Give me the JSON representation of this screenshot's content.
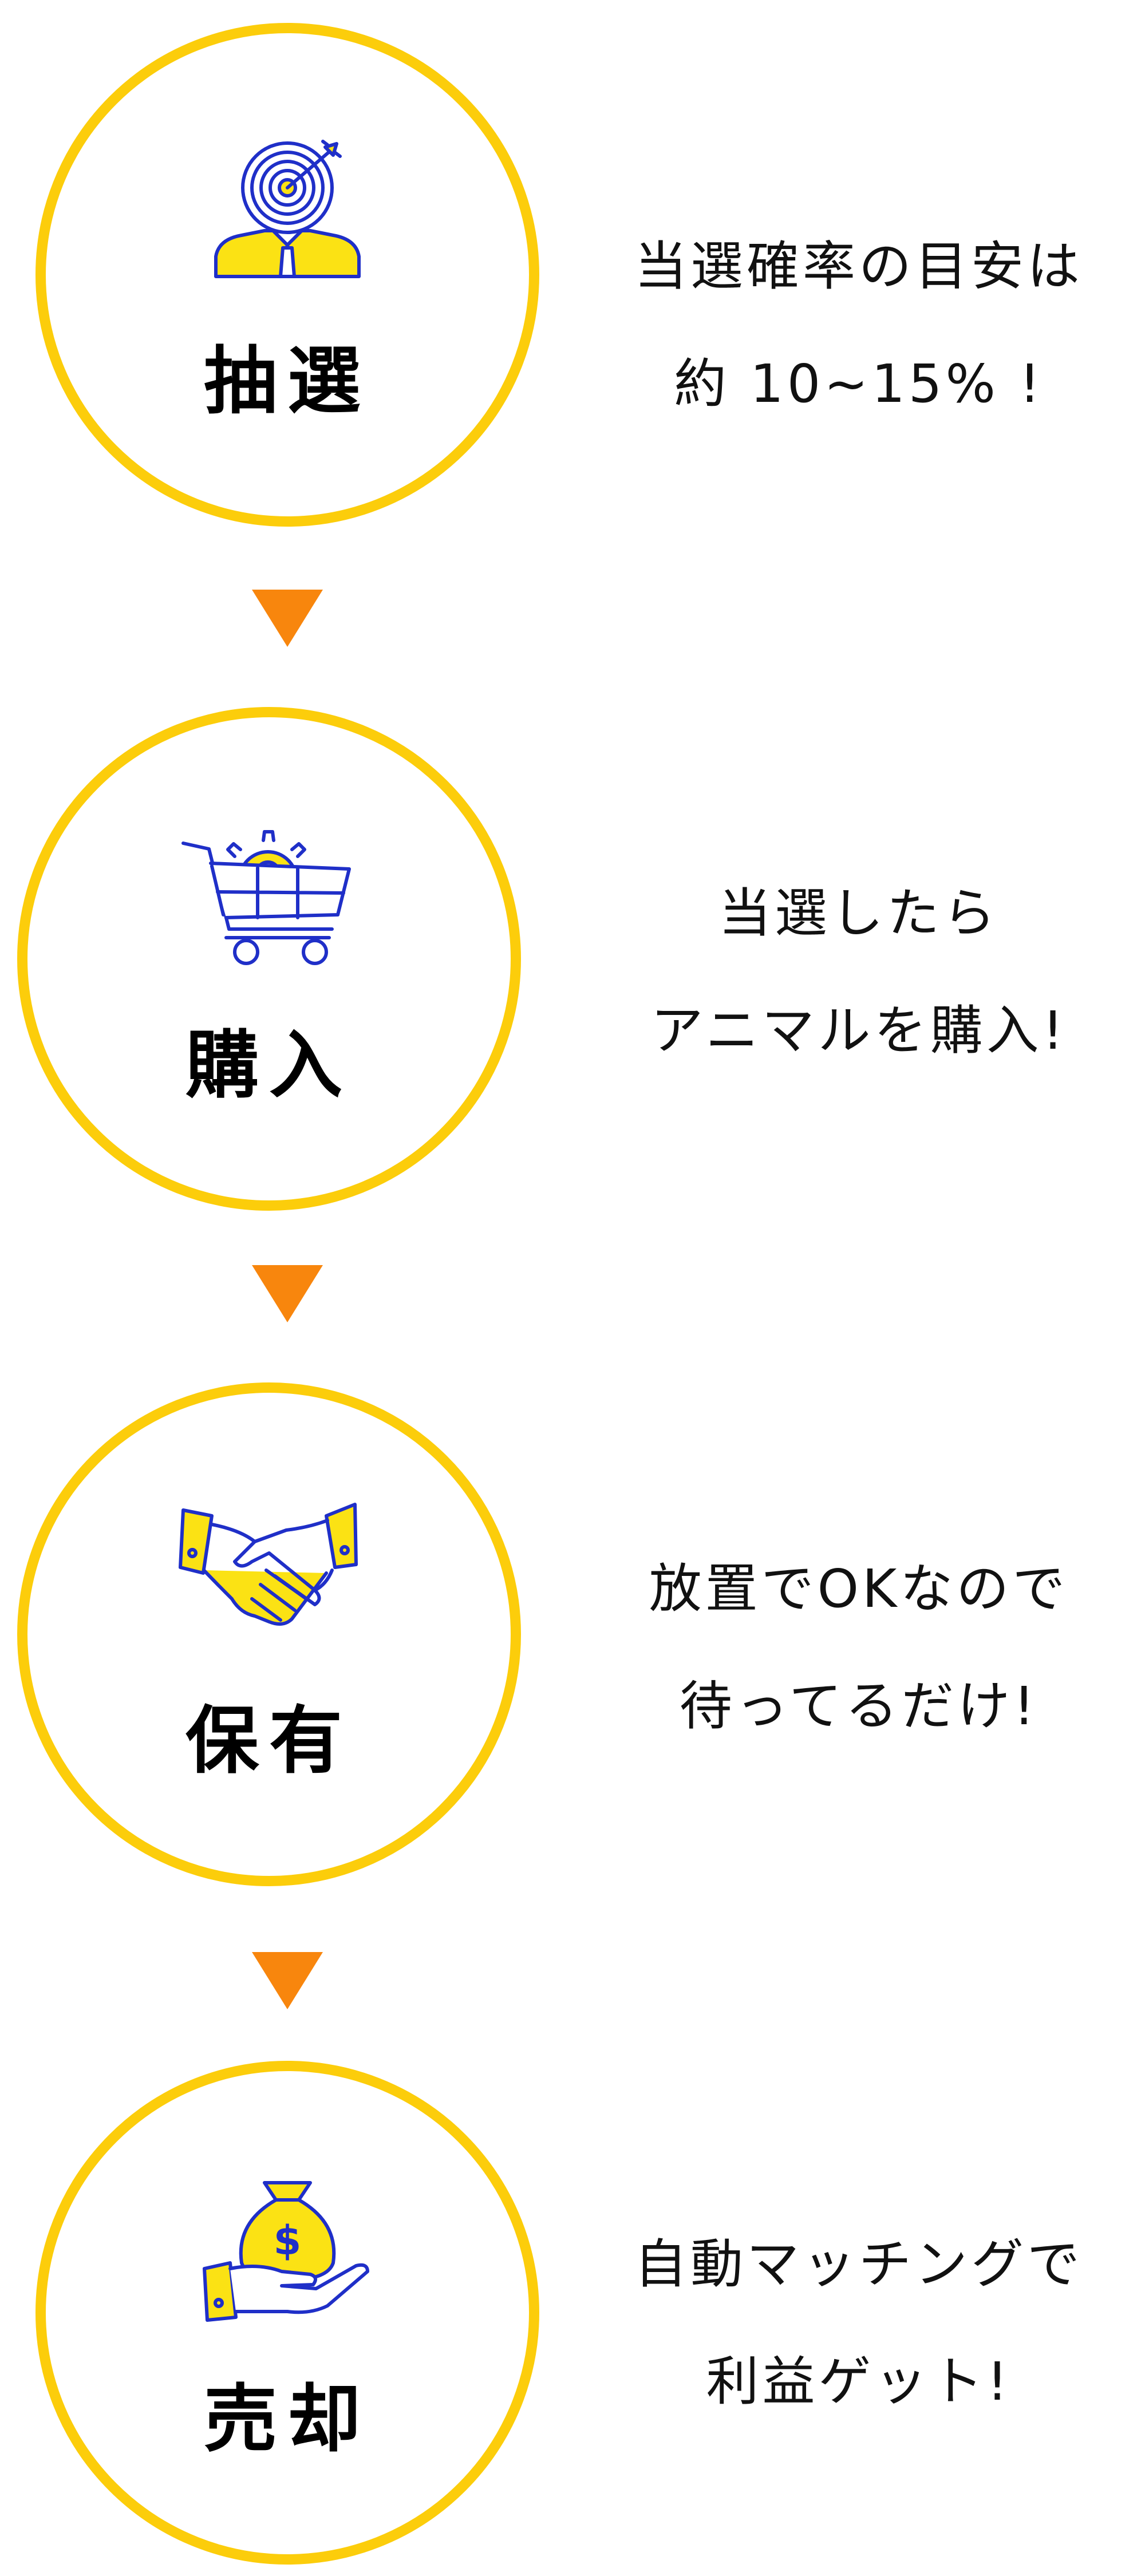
{
  "colors": {
    "circle_border": "#fccd0b",
    "arrow": "#f8860d",
    "icon_stroke": "#1f2fc8",
    "icon_fill": "#fbe214"
  },
  "steps": [
    {
      "title": "抽選",
      "icon": "target-person-icon",
      "desc": [
        "当選確率の目安は",
        "約 10~15% !"
      ]
    },
    {
      "title": "購入",
      "icon": "shopping-cart-icon",
      "desc": [
        "当選したら",
        "アニマルを購入!"
      ]
    },
    {
      "title": "保有",
      "icon": "handshake-icon",
      "desc": [
        "放置でOKなので",
        "待ってるだけ!"
      ]
    },
    {
      "title": "売却",
      "icon": "money-bag-hand-icon",
      "desc": [
        "自動マッチングで",
        "利益ゲット!"
      ]
    }
  ]
}
